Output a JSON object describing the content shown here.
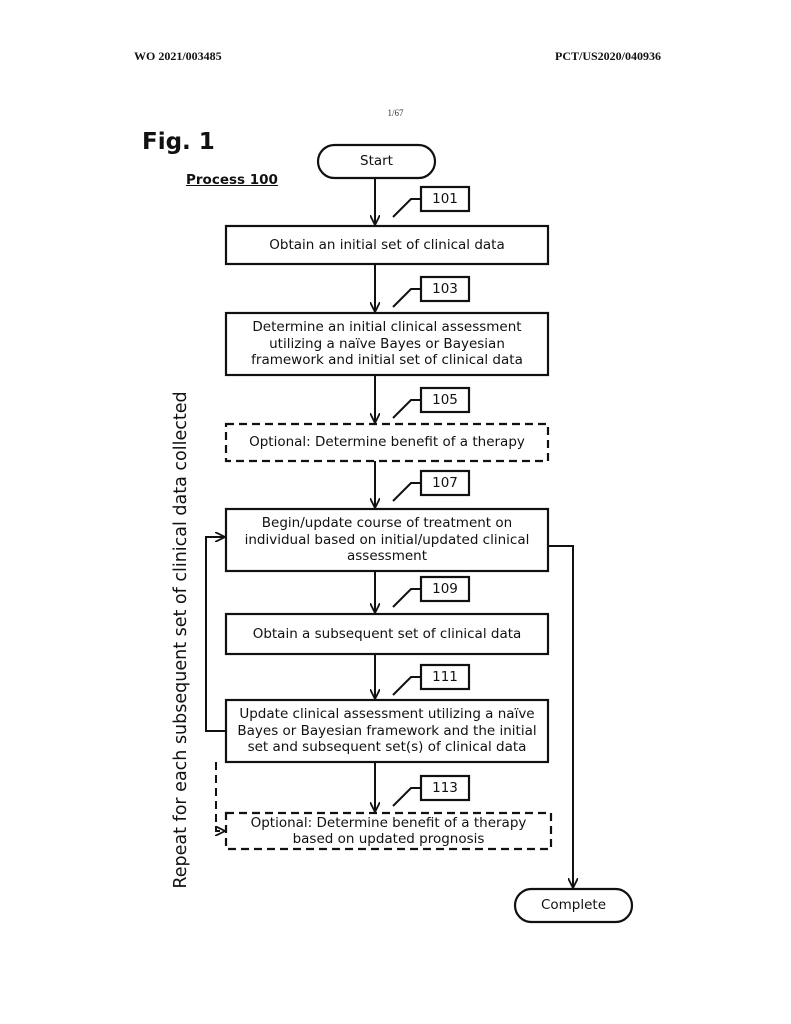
{
  "header": {
    "publication_number": "WO 2021/003485",
    "application_number": "PCT/US2020/040936",
    "sheet": "1/67"
  },
  "figure": {
    "title": "Fig. 1",
    "process_label": "Process 100",
    "side_label": "Repeat for each subsequent set of clinical data collected",
    "start": "Start",
    "complete": "Complete",
    "steps": [
      {
        "ref": "101",
        "text": "Obtain an initial set of clinical data",
        "optional": false
      },
      {
        "ref": "103",
        "text": "Determine an initial clinical assessment utilizing a naïve Bayes or Bayesian framework and initial set of clinical data",
        "optional": false
      },
      {
        "ref": "105",
        "text": "Optional: Determine benefit of a therapy",
        "optional": true
      },
      {
        "ref": "107",
        "text": "Begin/update course of treatment on individual based on initial/updated clinical assessment",
        "optional": false
      },
      {
        "ref": "109",
        "text": "Obtain a subsequent set of clinical data",
        "optional": false
      },
      {
        "ref": "111",
        "text": "Update clinical assessment utilizing a naïve Bayes or Bayesian framework and the initial set and subsequent set(s) of clinical data",
        "optional": false
      },
      {
        "ref": "113",
        "text": "Optional: Determine benefit of a therapy based on updated prognosis",
        "optional": true
      }
    ]
  }
}
